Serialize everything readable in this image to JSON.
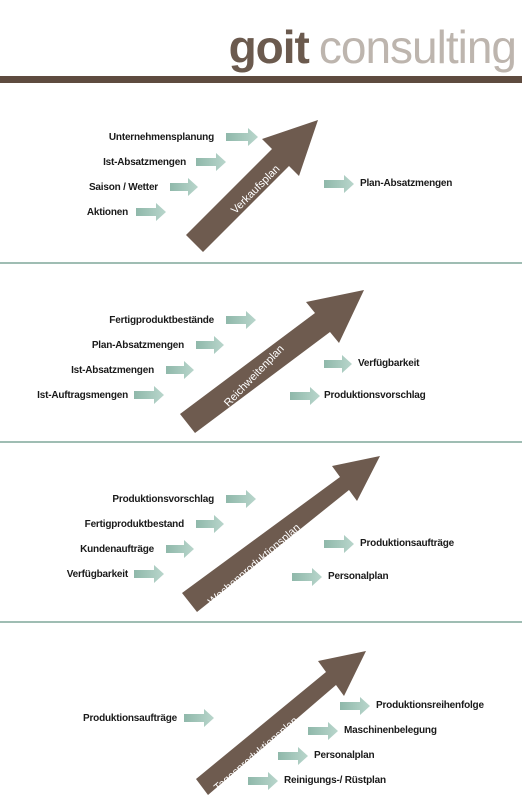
{
  "logo": {
    "bold": "goit",
    "light": "consulting"
  },
  "colors": {
    "brown": "#5e4b3f",
    "arrow_main": "#6e5b4f",
    "teal_arrow": "#9fc2b6",
    "separator": "#9fbdb3"
  },
  "panels": [
    {
      "arrow_label": "Verkaufsplan",
      "inputs": [
        "Unternehmensplanung",
        "Ist-Absatzmengen",
        "Saison / Wetter",
        "Aktionen"
      ],
      "outputs": [
        "Plan-Absatzmengen"
      ]
    },
    {
      "arrow_label": "Reichweitenplan",
      "inputs": [
        "Fertigproduktbestände",
        "Plan-Absatzmengen",
        "Ist-Absatzmengen",
        "Ist-Auftragsmengen"
      ],
      "outputs": [
        "Verfügbarkeit",
        "Produktionsvorschlag"
      ]
    },
    {
      "arrow_label": "Wochenproduktionsplan",
      "inputs": [
        "Produktionsvorschlag",
        "Fertigproduktbestand",
        "Kundenaufträge",
        "Verfügbarkeit"
      ],
      "outputs": [
        "Produktionsaufträge",
        "Personalplan"
      ]
    },
    {
      "arrow_label": "Tagesproduktionsplan",
      "inputs": [
        "Produktionsaufträge"
      ],
      "outputs": [
        "Produktionsreihenfolge",
        "Maschinenbelegung",
        "Personalplan",
        "Reinigungs-/ Rüstplan"
      ]
    }
  ]
}
